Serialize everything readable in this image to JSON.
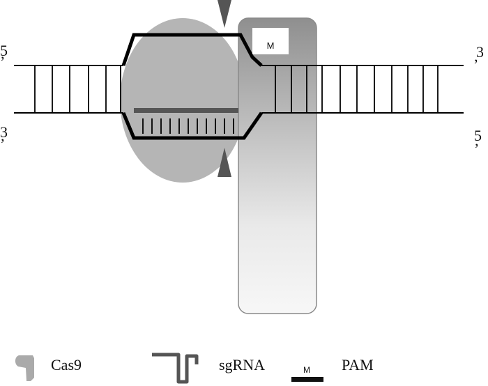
{
  "strand_ends": {
    "top_left": "5",
    "top_right": "3",
    "bottom_left": "3",
    "bottom_right": "5",
    "prime": "’"
  },
  "pam_box_text": "M",
  "legend": {
    "cas9": "Cas9",
    "sgrna": "sgRNA",
    "pam": "PAM",
    "pam_symbol": "M"
  },
  "colors": {
    "cas9_fill": "#b5b5b5",
    "cut_marker": "#555555",
    "sgrna_box_top": "#8f8f8f",
    "sgrna_box_bottom": "#f7f7f7",
    "strand": "#000000",
    "spacer_bar": "#555555"
  },
  "icons": [
    "cut-site-marker-icon",
    "cas9-icon",
    "sgrna-icon",
    "pam-icon"
  ]
}
